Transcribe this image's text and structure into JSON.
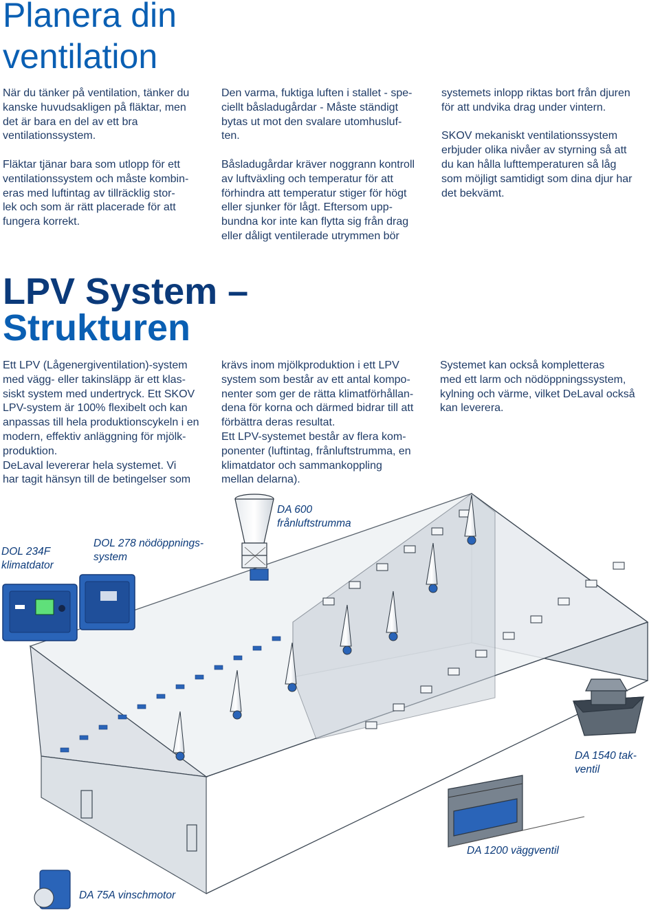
{
  "section1": {
    "title_line1": "Planera din",
    "title_line2": "ventilation",
    "col1": [
      "När du tänker på ventilation, tänker du\nkanske huvudsakligen på fläktar, men\ndet är bara en del av ett bra\nventilationssystem.",
      "Fläktar tjänar bara som utlopp för ett\nventilationssystem och måste kombin-\neras med luftintag av tillräcklig stor-\nlek och som är rätt placerade för att\nfungera korrekt."
    ],
    "col2": [
      "Den varma, fuktiga luften i stallet - spe-\nciellt båsladugårdar  - Måste ständigt\nbytas ut mot den svalare utomhusluf-\nten.",
      "Båsladugårdar kräver noggrann kontroll\nav luftväxling och temperatur för att\nförhindra att temperatur stiger för högt\neller sjunker för lågt. Eftersom upp-\nbundna kor inte kan flytta sig från drag\neller dåligt ventilerade utrymmen bör"
    ],
    "col3": [
      "systemets inlopp riktas bort från djuren\nför att undvika drag under vintern.",
      "SKOV mekaniskt ventilationssystem\nerbjuder olika nivåer av styrning så att\ndu kan hålla lufttemperaturen så låg\nsom möjligt samtidigt som dina djur har\ndet bekvämt."
    ]
  },
  "section2": {
    "title_line1": "LPV System –",
    "title_line2": "Strukturen",
    "col1": "Ett LPV (Lågenergiventilation)-system\nmed vägg- eller takinsläpp är ett klas-\nsiskt system med undertryck. Ett SKOV\nLPV-system är 100% flexibelt och kan\nanpassas till hela produktionscykeln i en\nmodern, effektiv anläggning för mjölk-\nproduktion.\nDeLaval levererar hela systemet. Vi\nhar tagit hänsyn till de betingelser som",
    "col2": "krävs inom mjölkproduktion i ett LPV\nsystem som består av ett antal kompo-\nnenter som ger de rätta klimatförhållan-\ndena för korna och därmed bidrar till att\nförbättra deras resultat.\nEtt LPV-systemet består av flera kom-\nponenter (luftintag, frånluftstrumma, en\nklimatdator och sammankoppling\nmellan delarna).",
    "col3": "Systemet kan också kompletteras\nmed ett larm och nödöppningssystem,\nkylning och värme, vilket DeLaval också\nkan leverera."
  },
  "diagram": {
    "labels": {
      "da600": "DA 600\nfrånluftstrumma",
      "dol234f": "DOL 234F\nklimatdator",
      "dol278": "DOL 278 nödöppnings-\nsystem",
      "da1540": "DA 1540 tak-\nventil",
      "da1200": "DA 1200 väggventil",
      "da75a": "DA 75A vinschmotor"
    }
  },
  "colors": {
    "heading_blue": "#0a5fb3",
    "heading_dark": "#0b3a7a",
    "body_text": "#1f3b66",
    "product_blue": "#2a64b8",
    "barn_fill": "#dfe3e8"
  }
}
